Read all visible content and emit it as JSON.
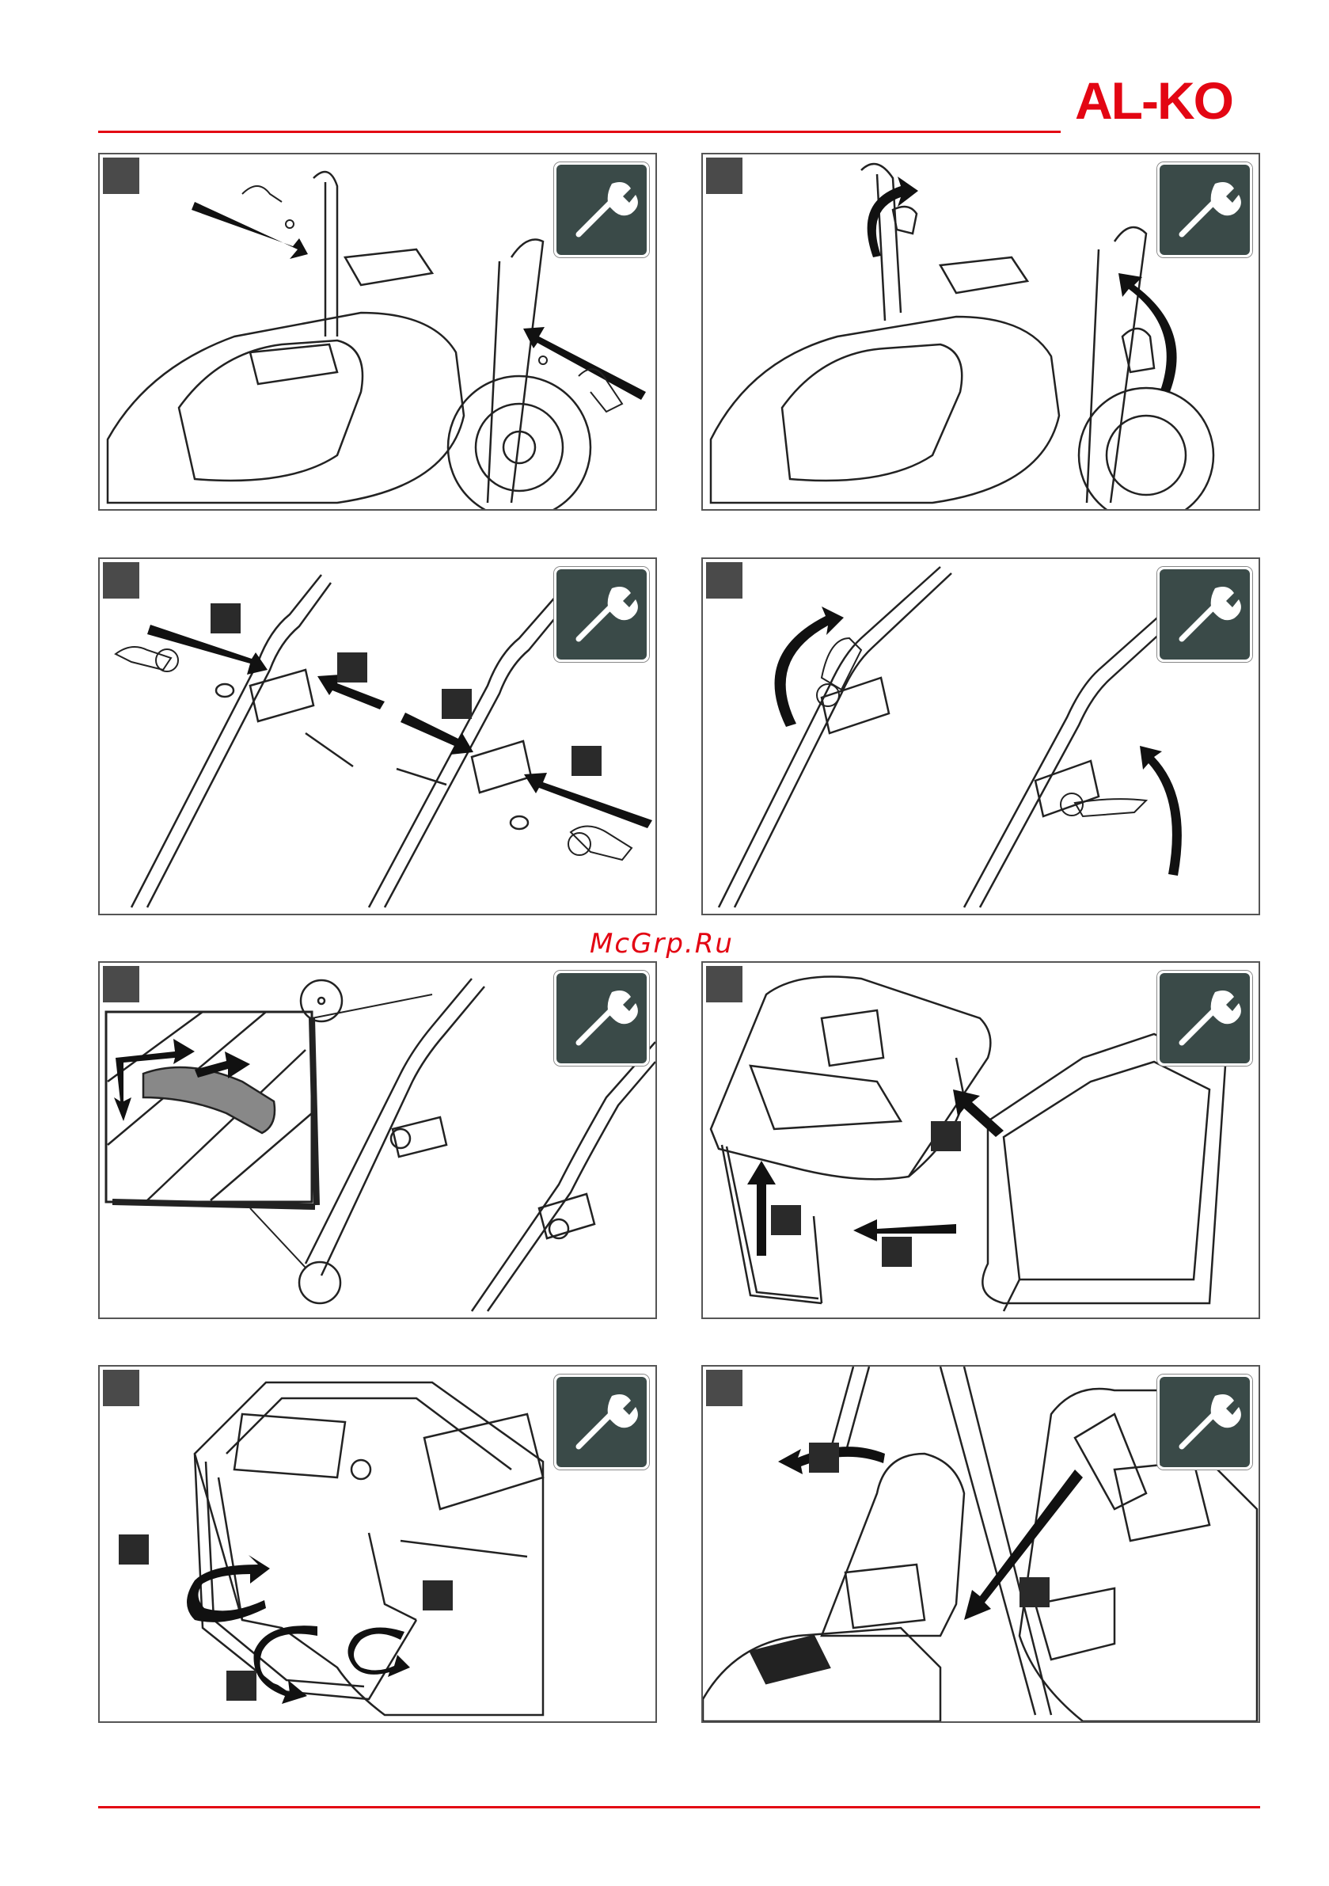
{
  "header": {
    "logo_left": "AL",
    "logo_dash": "-",
    "logo_right": "KO"
  },
  "watermark": "McGrp.Ru",
  "colors": {
    "brand_red": "#e30613",
    "panel_dark": "#3a4a48",
    "step_box": "#4a4a4a",
    "line": "#222222"
  },
  "panels": [
    {
      "icon": "wrench-icon"
    },
    {
      "icon": "wrench-icon"
    },
    {
      "icon": "wrench-icon"
    },
    {
      "icon": "wrench-icon"
    },
    {
      "icon": "wrench-icon"
    },
    {
      "icon": "wrench-icon"
    },
    {
      "icon": "wrench-icon"
    },
    {
      "icon": "wrench-icon"
    }
  ]
}
